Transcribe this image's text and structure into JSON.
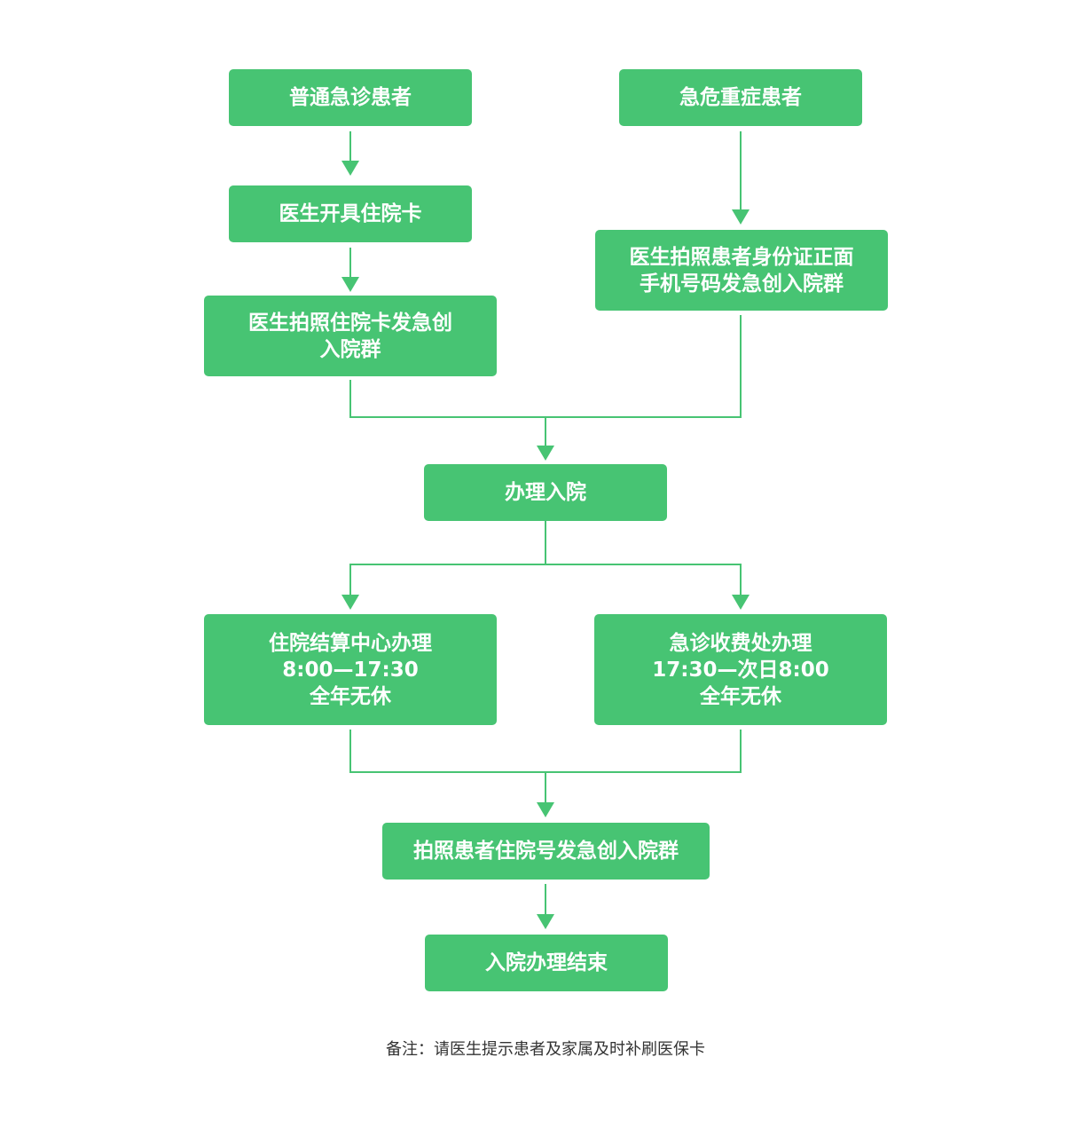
{
  "colors": {
    "node_fill": "#47c473",
    "line": "#47c473",
    "text": "#ffffff",
    "note_text": "#333333"
  },
  "nodes": {
    "general_emergency": {
      "lines": [
        "普通急诊患者"
      ]
    },
    "critical_patient": {
      "lines": [
        "急危重症患者"
      ]
    },
    "issue_card": {
      "lines": [
        "医生开具住院卡"
      ]
    },
    "photo_card": {
      "lines": [
        "医生拍照住院卡发急创",
        "入院群"
      ]
    },
    "photo_id": {
      "lines": [
        "医生拍照患者身份证正面",
        "手机号码发急创入院群"
      ]
    },
    "admission": {
      "lines": [
        "办理入院"
      ]
    },
    "settlement_center": {
      "lines": [
        "住院结算中心办理",
        "8:00—17:30",
        "全年无休"
      ]
    },
    "emergency_cashier": {
      "lines": [
        "急诊收费处办理",
        "17:30—次日8:00",
        "全年无休"
      ]
    },
    "photo_number": {
      "lines": [
        "拍照患者住院号发急创入院群"
      ]
    },
    "done": {
      "lines": [
        "入院办理结束"
      ]
    }
  },
  "note": "备注：请医生提示患者及家属及时补刷医保卡"
}
